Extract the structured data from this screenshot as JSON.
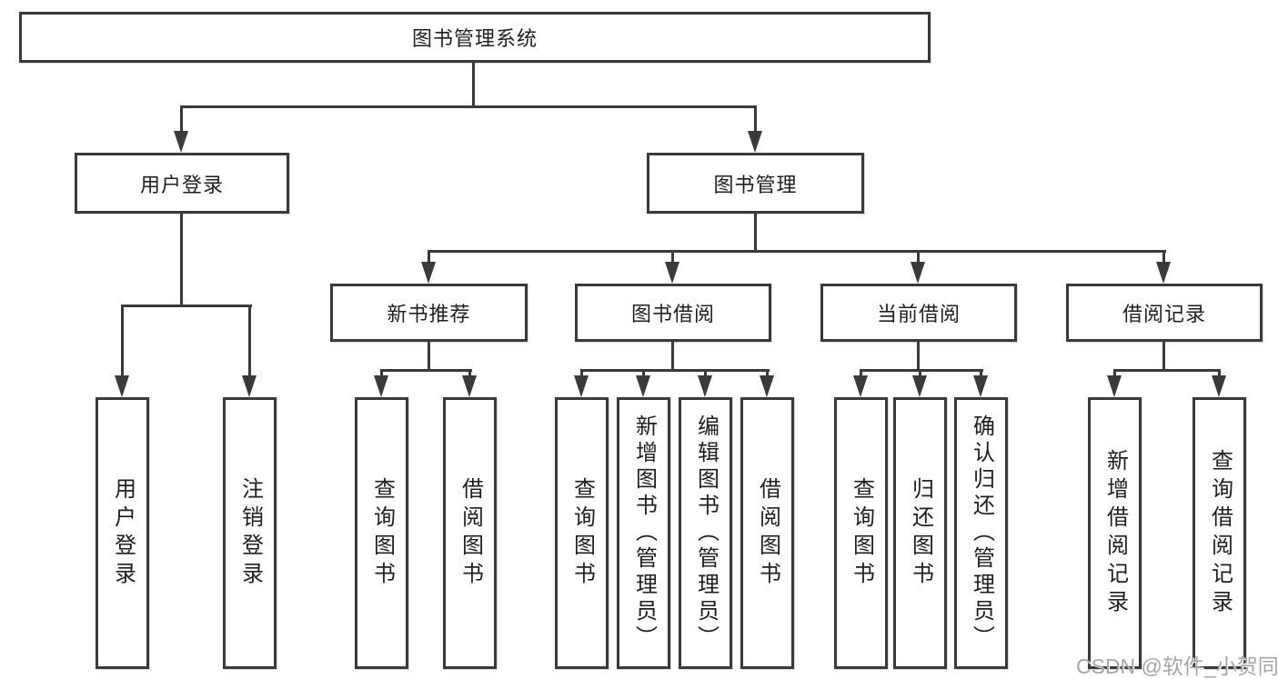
{
  "diagram": {
    "title": "图书管理系统",
    "root": {
      "label": "图书管理系统"
    },
    "level2": [
      {
        "label": "用户登录"
      },
      {
        "label": "图书管理"
      }
    ],
    "level3": [
      {
        "label": "新书推荐",
        "parent": "图书管理"
      },
      {
        "label": "图书借阅",
        "parent": "图书管理"
      },
      {
        "label": "当前借阅",
        "parent": "图书管理"
      },
      {
        "label": "借阅记录",
        "parent": "图书管理"
      }
    ],
    "leaves": [
      {
        "label": "用户登录",
        "parent": "用户登录"
      },
      {
        "label": "注销登录",
        "parent": "用户登录"
      },
      {
        "label": "查询图书",
        "parent": "新书推荐"
      },
      {
        "label": "借阅图书",
        "parent": "新书推荐"
      },
      {
        "label": "查询图书",
        "parent": "图书借阅"
      },
      {
        "label": "新增图书（管理员）",
        "parent": "图书借阅"
      },
      {
        "label": "编辑图书（管理员）",
        "parent": "图书借阅"
      },
      {
        "label": "借阅图书",
        "parent": "图书借阅"
      },
      {
        "label": "查询图书",
        "parent": "当前借阅"
      },
      {
        "label": "归还图书",
        "parent": "当前借阅"
      },
      {
        "label": "确认归还（管理员）",
        "parent": "当前借阅"
      },
      {
        "label": "新增借阅记录",
        "parent": "借阅记录"
      },
      {
        "label": "查询借阅记录",
        "parent": "借阅记录"
      }
    ]
  },
  "watermark": {
    "text": "CSDN @软件_小贺同学"
  },
  "colors": {
    "line": "#3a3a3a",
    "box_fill": "#ffffff",
    "text": "#1f1f1f",
    "watermark": "#a6a6a6"
  }
}
